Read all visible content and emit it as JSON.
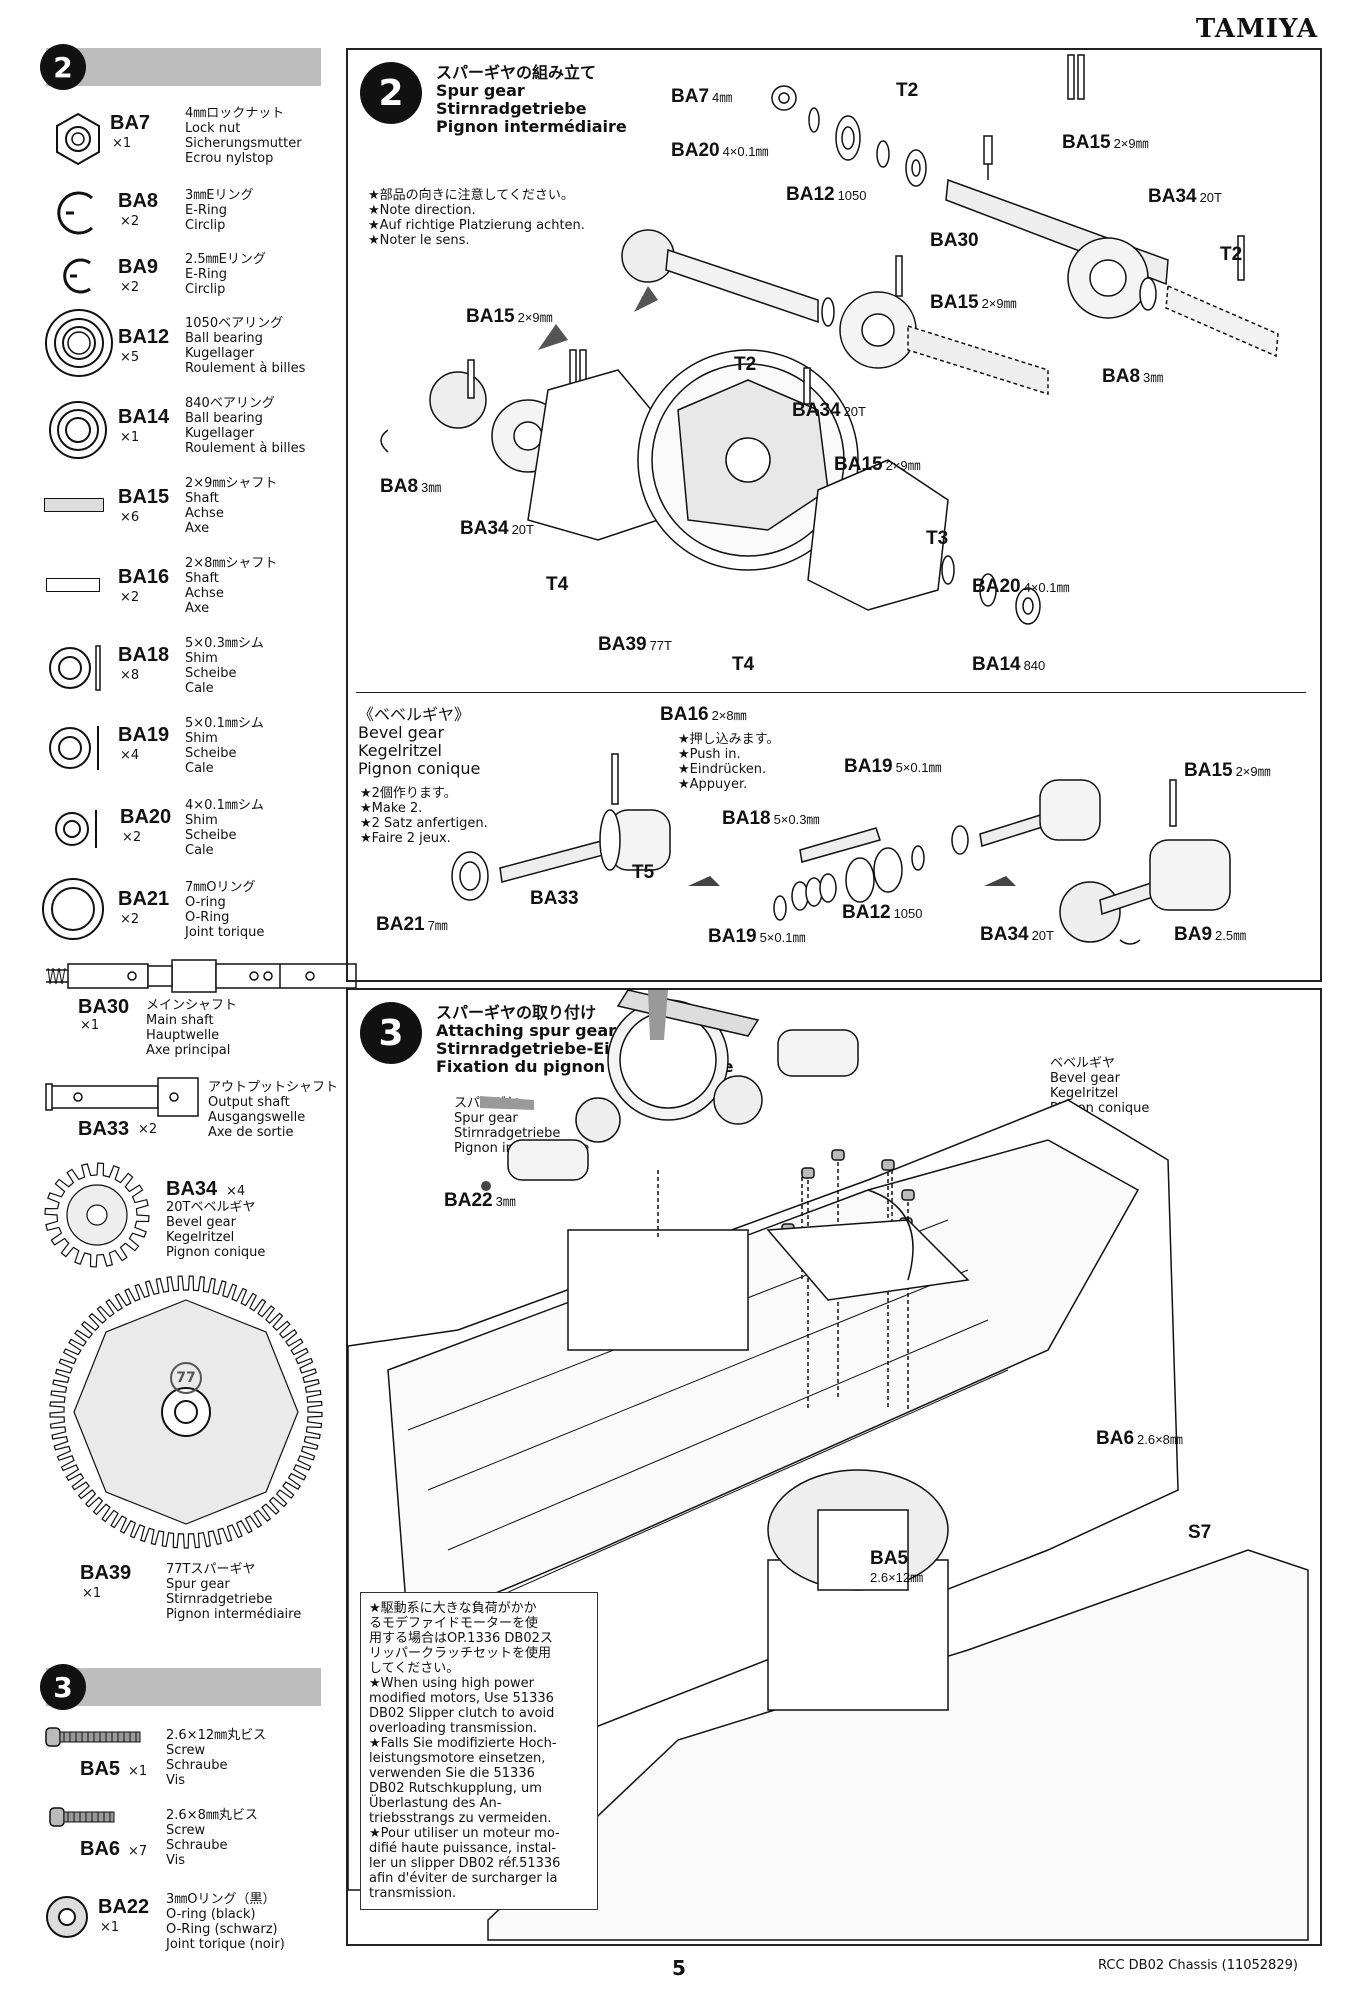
{
  "brand": "TAMIYA",
  "footer": {
    "page": "5",
    "doc": "RCC DB02 Chassis (11052829)"
  },
  "parts_step2": {
    "step": "2",
    "items": [
      {
        "code": "BA7",
        "qty": "×1",
        "desc": "4㎜ロックナット\nLock nut\nSicherungsmutter\nEcrou nylstop"
      },
      {
        "code": "BA8",
        "qty": "×2",
        "desc": "3㎜Eリング\nE-Ring\nCirclip"
      },
      {
        "code": "BA9",
        "qty": "×2",
        "desc": "2.5㎜Eリング\nE-Ring\nCirclip"
      },
      {
        "code": "BA12",
        "qty": "×5",
        "desc": "1050ベアリング\nBall bearing\nKugellager\nRoulement à billes"
      },
      {
        "code": "BA14",
        "qty": "×1",
        "desc": "840ベアリング\nBall bearing\nKugellager\nRoulement à billes"
      },
      {
        "code": "BA15",
        "qty": "×6",
        "desc": "2×9㎜シャフト\nShaft\nAchse\nAxe"
      },
      {
        "code": "BA16",
        "qty": "×2",
        "desc": "2×8㎜シャフト\nShaft\nAchse\nAxe"
      },
      {
        "code": "BA18",
        "qty": "×8",
        "desc": "5×0.3㎜シム\nShim\nScheibe\nCale"
      },
      {
        "code": "BA19",
        "qty": "×4",
        "desc": "5×0.1㎜シム\nShim\nScheibe\nCale"
      },
      {
        "code": "BA20",
        "qty": "×2",
        "desc": "4×0.1㎜シム\nShim\nScheibe\nCale"
      },
      {
        "code": "BA21",
        "qty": "×2",
        "desc": "7㎜Oリング\nO-ring\nO-Ring\nJoint torique"
      },
      {
        "code": "BA30",
        "qty": "×1",
        "desc": "メインシャフト\nMain shaft\nHauptwelle\nAxe principal"
      },
      {
        "code": "BA33",
        "qty": "×2",
        "desc": "アウトプットシャフト\nOutput shaft\nAusgangswelle\nAxe de sortie"
      },
      {
        "code": "BA34",
        "qty": "×4",
        "desc": "20Tベベルギヤ\nBevel gear\nKegelritzel\nPignon conique"
      },
      {
        "code": "BA39",
        "qty": "×1",
        "desc": "77Tスパーギヤ\nSpur gear\nStirnradgetriebe\nPignon intermédiaire"
      }
    ],
    "gear_mark": "77"
  },
  "parts_step3": {
    "step": "3",
    "items": [
      {
        "code": "BA5",
        "qty": "×1",
        "desc": "2.6×12㎜丸ビス\nScrew\nSchraube\nVis"
      },
      {
        "code": "BA6",
        "qty": "×7",
        "desc": "2.6×8㎜丸ビス\nScrew\nSchraube\nVis"
      },
      {
        "code": "BA22",
        "qty": "×1",
        "desc": "3㎜Oリング（黒）\nO-ring (black)\nO-Ring (schwarz)\nJoint torique (noir)"
      }
    ]
  },
  "step2": {
    "num": "2",
    "title": "スパーギヤの組み立て\nSpur gear\nStirnradgetriebe\nPignon intermédiaire",
    "note": "★部品の向きに注意してください。\n★Note direction.\n★Auf richtige Platzierung achten.\n★Noter le sens.",
    "labels": [
      {
        "t": "BA7",
        "s": "4㎜"
      },
      {
        "t": "T2",
        "s": ""
      },
      {
        "t": "BA20",
        "s": "4×0.1㎜"
      },
      {
        "t": "BA15",
        "s": "2×9㎜"
      },
      {
        "t": "BA12",
        "s": "1050"
      },
      {
        "t": "BA34",
        "s": "20T"
      },
      {
        "t": "BA30",
        "s": ""
      },
      {
        "t": "T2",
        "s": ""
      },
      {
        "t": "BA15",
        "s": "2×9㎜"
      },
      {
        "t": "BA15",
        "s": "2×9㎜"
      },
      {
        "t": "T2",
        "s": ""
      },
      {
        "t": "BA8",
        "s": "3㎜"
      },
      {
        "t": "BA34",
        "s": "20T"
      },
      {
        "t": "BA8",
        "s": "3㎜"
      },
      {
        "t": "BA15",
        "s": "2×9㎜"
      },
      {
        "t": "BA34",
        "s": "20T"
      },
      {
        "t": "T3",
        "s": ""
      },
      {
        "t": "T4",
        "s": ""
      },
      {
        "t": "BA20",
        "s": "4×0.1㎜"
      },
      {
        "t": "BA39",
        "s": "77T"
      },
      {
        "t": "T4",
        "s": ""
      },
      {
        "t": "BA14",
        "s": "840"
      }
    ]
  },
  "bevel": {
    "title": "《ベベルギヤ》\nBevel gear\nKegelritzel\nPignon conique",
    "note": "★2個作ります。\n★Make 2.\n★2 Satz anfertigen.\n★Faire 2 jeux.",
    "push_note": "★押し込みます。\n★Push in.\n★Eindrücken.\n★Appuyer.",
    "labels": [
      {
        "t": "BA16",
        "s": "2×8㎜"
      },
      {
        "t": "BA19",
        "s": "5×0.1㎜"
      },
      {
        "t": "BA15",
        "s": "2×9㎜"
      },
      {
        "t": "BA18",
        "s": "5×0.3㎜"
      },
      {
        "t": "T5",
        "s": ""
      },
      {
        "t": "BA33",
        "s": ""
      },
      {
        "t": "BA21",
        "s": "7㎜"
      },
      {
        "t": "BA12",
        "s": "1050"
      },
      {
        "t": "BA19",
        "s": "5×0.1㎜"
      },
      {
        "t": "BA34",
        "s": "20T"
      },
      {
        "t": "BA9",
        "s": "2.5㎜"
      }
    ]
  },
  "step3": {
    "num": "3",
    "title": "スパーギヤの取り付け\nAttaching spur gear\nStirnradgetriebe-Einbau\nFixation du pignon intermédiaire",
    "bevel_label": "ベベルギヤ\nBevel gear\nKegelritzel\nPignon conique",
    "spur_label": "スパーギヤ\nSpur gear\nStirnradgetriebe\nPignon intermédiaire",
    "labels": [
      {
        "t": "BA22",
        "s": "3㎜"
      },
      {
        "t": "BA6",
        "s": "2.6×8㎜"
      },
      {
        "t": "BA5",
        "s": "2.6×12㎜"
      },
      {
        "t": "S7",
        "s": ""
      }
    ],
    "warning": "★駆動系に大きな負荷がかか\nるモデファイドモーターを使\n用する場合はOP.1336 DB02ス\nリッパークラッチセットを使用\nしてください。\n★When using high power\nmodified motors, Use 51336\nDB02 Slipper clutch to avoid\noverloading transmission.\n★Falls Sie modifizierte Hoch-\nleistungsmotore einsetzen,\nverwenden Sie die 51336\nDB02 Rutschkupplung, um\nÜberlastung des An-\ntriebsstrangs zu vermeiden.\n★Pour utiliser un moteur mo-\ndifié haute puissance, instal-\nler un slipper DB02 réf.51336\nafin d'éviter de surcharger la\ntransmission."
  }
}
